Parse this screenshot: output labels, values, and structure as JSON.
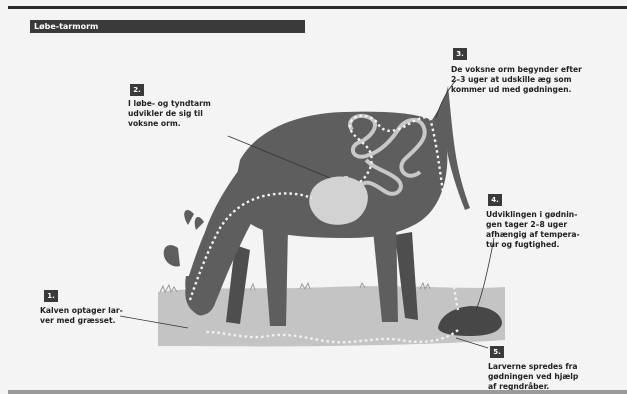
{
  "title": "Løbe-tarmorm",
  "steps": [
    {
      "num": "1.",
      "text": "Kalven optager lar-\nver med græsset."
    },
    {
      "num": "2.",
      "text": "I løbe- og tyndtarm\nudvikler de sig til\nvoksne orm."
    },
    {
      "num": "3.",
      "text": "De voksne orm begynder efter\n2–3 uger at udskille æg som\nkommer ud med gødningen."
    },
    {
      "num": "4.",
      "text": "Udviklingen i gødnin-\ngen tager 2–8 uger\nafhængig af tempera-\ntur og fugtighed."
    },
    {
      "num": "5.",
      "text": "Larverne spredes fra\ngødningen ved hjælp\naf regndråber."
    }
  ],
  "colors": {
    "calf": "#5e5e5e",
    "grass": "#c2c2c2",
    "larva_path": "#f2f2f2",
    "dung": "#4a4a4a",
    "dark_bar": "#3a3a3a"
  }
}
